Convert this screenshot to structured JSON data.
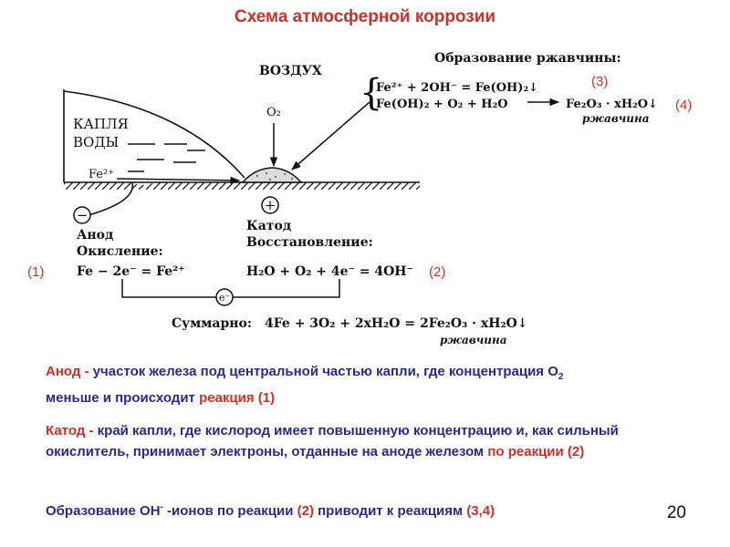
{
  "title": "Схема атмосферной коррозии",
  "diagram": {
    "air": "ВОЗДУХ",
    "drop_line1": "КАПЛЯ",
    "drop_line2": "ВОДЫ",
    "o2": "O₂",
    "fe2": "Fe²⁺",
    "minus_sign": "−",
    "plus_sign": "+",
    "anode_label": "Анод",
    "oxidation_label": "Окисление:",
    "cathode_label": "Катод",
    "reduction_label": "Восстановление:",
    "anode_eq": "Fe − 2e⁻ = Fe²⁺",
    "cathode_eq": "H₂O + O₂ + 4e⁻ = 4OH⁻",
    "electron": "e⁻",
    "rust_title": "Образование ржавчины:",
    "rust_eq1": "Fe²⁺ + 2OH⁻ = Fe(OH)₂↓",
    "rust_eq2": "Fe(OH)₂ + O₂ + H₂O",
    "rust_product": "Fe₂O₃ · xH₂O↓",
    "rust_word": "ржавчина",
    "summary_label": "Суммарно:",
    "summary_eq": "4Fe + 3O₂ + 2xH₂O = 2Fe₂O₃ · xH₂O↓",
    "summary_rust": "ржавчина",
    "ref1": "(1)",
    "ref2": "(2)",
    "ref3": "(3)",
    "ref4": "(4)"
  },
  "text": {
    "anode_term": "Анод -",
    "anode_desc": "  участок железа под центральной частью капли, где концентрация O",
    "o2_sub": "2",
    "anode_desc2": "меньше и происходит ",
    "anode_reaction": "реакция (1)",
    "cathode_term": "Катод -",
    "cathode_desc": " край капли, где кислород имеет повышенную концентрацию и, как сильный окислитель, принимает электроны, отданные на аноде железом ",
    "cathode_reaction": "по реакции (2)",
    "last_a": "Образование OH",
    "last_sup": "-",
    "last_b": " -ионов по реакции ",
    "last_r2": "(2)",
    "last_c": " приводит к реакциям ",
    "last_r34": "(3,4)"
  },
  "page_number": "20"
}
